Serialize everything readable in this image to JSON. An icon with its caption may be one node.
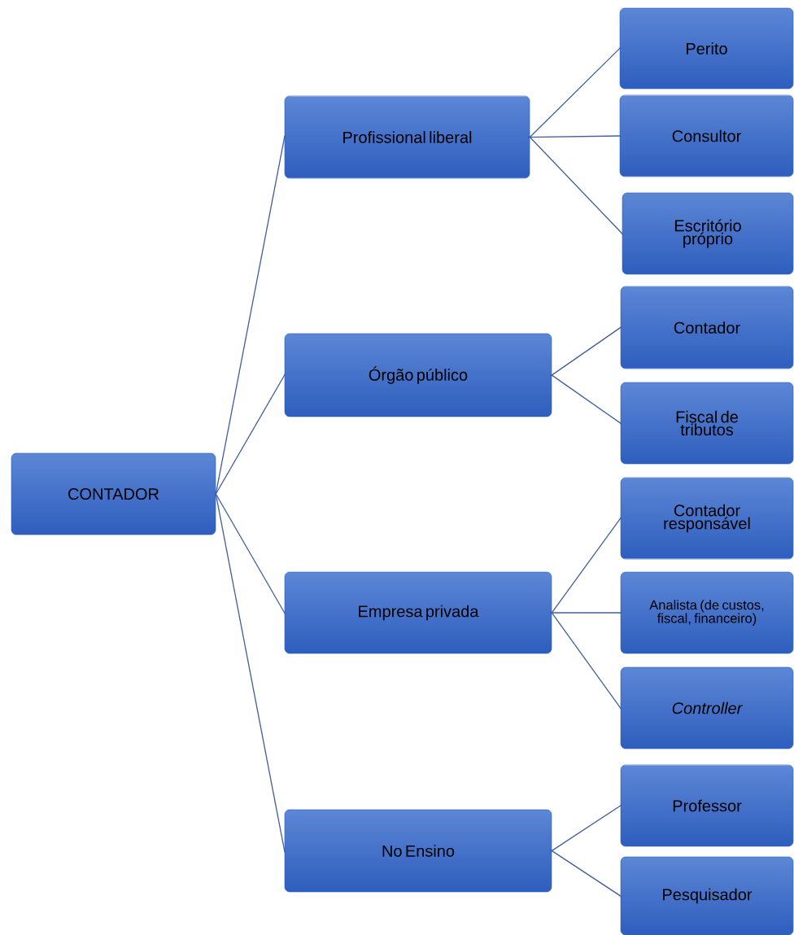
{
  "diagram": {
    "nodes": [
      {
        "text": [
          "CONTADOR"
        ]
      },
      {
        "text": [
          "Profissional liberal"
        ]
      },
      {
        "text": [
          "Órgão público"
        ]
      },
      {
        "text": [
          "Empresa privada"
        ]
      },
      {
        "text": [
          "No Ensino"
        ]
      },
      {
        "text": [
          "Perito"
        ]
      },
      {
        "text": [
          "Consultor"
        ]
      },
      {
        "text": [
          "Escritório próprio"
        ]
      },
      {
        "text": [
          "Contador"
        ]
      },
      {
        "text": [
          "Fiscal de tributos"
        ]
      },
      {
        "text": [
          "Contador responsável"
        ]
      },
      {
        "text": [
          "Analista (de custos, fiscal, financeiro)"
        ]
      },
      {
        "text": [
          "Controller"
        ]
      },
      {
        "text": [
          "Professor"
        ]
      },
      {
        "text": [
          "Pesquisador"
        ]
      }
    ],
    "edges": [
      {
        "from": 0,
        "to": 1,
        "arrow": "none"
      },
      {
        "from": 0,
        "to": 2,
        "arrow": "none"
      },
      {
        "from": 0,
        "to": 3,
        "arrow": "none"
      },
      {
        "from": 0,
        "to": 4,
        "arrow": "none"
      },
      {
        "from": 1,
        "to": 5,
        "arrow": "none"
      },
      {
        "from": 1,
        "to": 6,
        "arrow": "none"
      },
      {
        "from": 1,
        "to": 7,
        "arrow": "none"
      },
      {
        "from": 2,
        "to": 8,
        "arrow": "none"
      },
      {
        "from": 2,
        "to": 9,
        "arrow": "none"
      },
      {
        "from": 3,
        "to": 10,
        "arrow": "none"
      },
      {
        "from": 3,
        "to": 11,
        "arrow": "none"
      },
      {
        "from": 3,
        "to": 12,
        "arrow": "none"
      },
      {
        "from": 4,
        "to": 13,
        "arrow": "none"
      },
      {
        "from": 4,
        "to": 14,
        "arrow": "none"
      }
    ]
  }
}
